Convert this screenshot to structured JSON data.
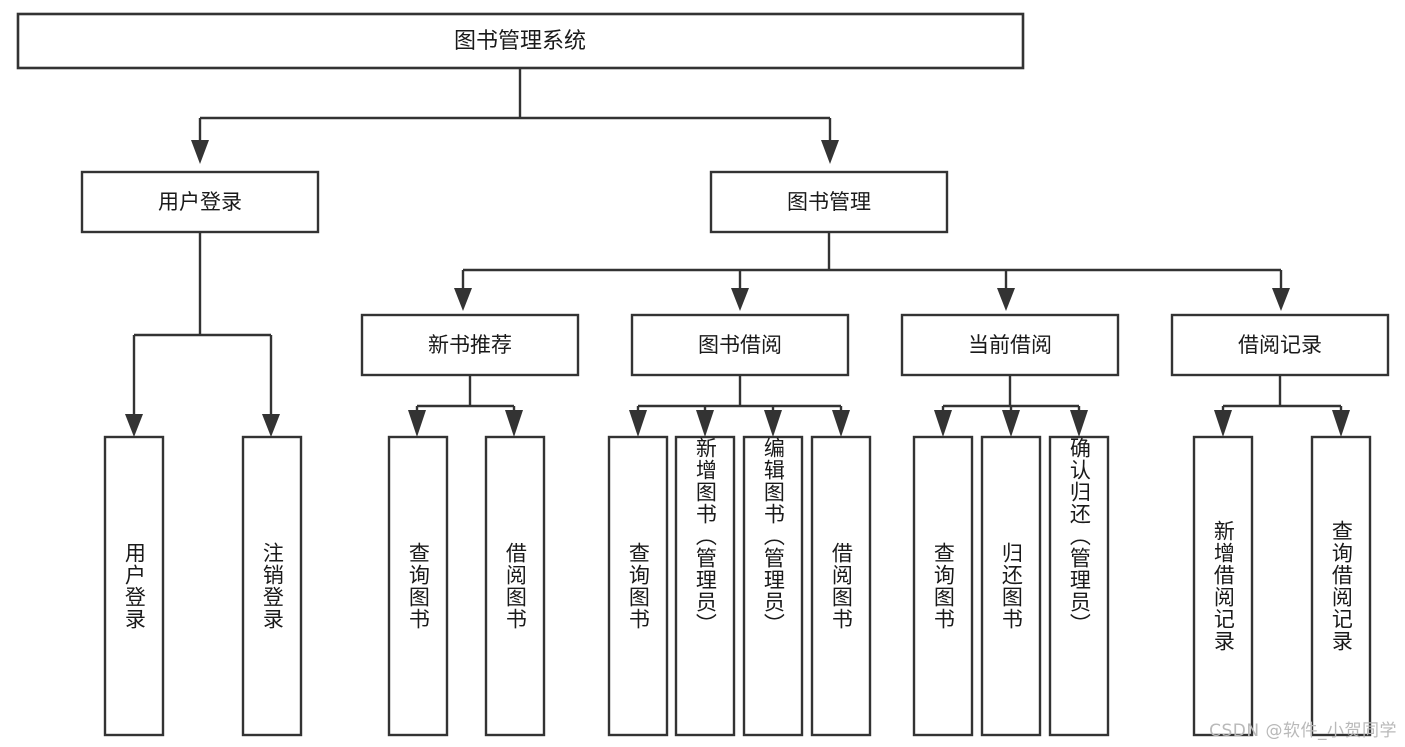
{
  "diagram": {
    "type": "tree",
    "title": "图书管理系统",
    "watermark": "CSDN @软件_小贺同学",
    "colors": {
      "background": "#ffffff",
      "stroke": "#333333",
      "text": "#1a1a1a",
      "watermark": "#b9b9b9"
    },
    "levels": {
      "root": {
        "label": "图书管理系统"
      },
      "level2": [
        {
          "id": "user-login",
          "label": "用户登录"
        },
        {
          "id": "book-management",
          "label": "图书管理"
        }
      ],
      "level3": [
        {
          "id": "new-book-recommend",
          "label": "新书推荐",
          "parent": "book-management"
        },
        {
          "id": "book-borrow",
          "label": "图书借阅",
          "parent": "book-management"
        },
        {
          "id": "current-borrow",
          "label": "当前借阅",
          "parent": "book-management"
        },
        {
          "id": "borrow-record",
          "label": "借阅记录",
          "parent": "book-management"
        }
      ],
      "leaves": [
        {
          "id": "leaf-user-login",
          "label": "用户登录",
          "parent": "user-login"
        },
        {
          "id": "leaf-logout-login",
          "label": "注销登录",
          "parent": "user-login"
        },
        {
          "id": "leaf-query-book-1",
          "label": "查询图书",
          "parent": "new-book-recommend"
        },
        {
          "id": "leaf-borrow-book-1",
          "label": "借阅图书",
          "parent": "new-book-recommend"
        },
        {
          "id": "leaf-query-book-2",
          "label": "查询图书",
          "parent": "book-borrow"
        },
        {
          "id": "leaf-add-book",
          "label": "新增图书（管理员）",
          "parent": "book-borrow"
        },
        {
          "id": "leaf-edit-book",
          "label": "编辑图书（管理员）",
          "parent": "book-borrow"
        },
        {
          "id": "leaf-borrow-book-2",
          "label": "借阅图书",
          "parent": "book-borrow"
        },
        {
          "id": "leaf-query-book-3",
          "label": "查询图书",
          "parent": "current-borrow"
        },
        {
          "id": "leaf-return-book",
          "label": "归还图书",
          "parent": "current-borrow"
        },
        {
          "id": "leaf-confirm-return",
          "label": "确认归还（管理员）",
          "parent": "current-borrow"
        },
        {
          "id": "leaf-add-record",
          "label": "新增借阅记录",
          "parent": "borrow-record"
        },
        {
          "id": "leaf-query-record",
          "label": "查询借阅记录",
          "parent": "borrow-record"
        }
      ]
    }
  }
}
